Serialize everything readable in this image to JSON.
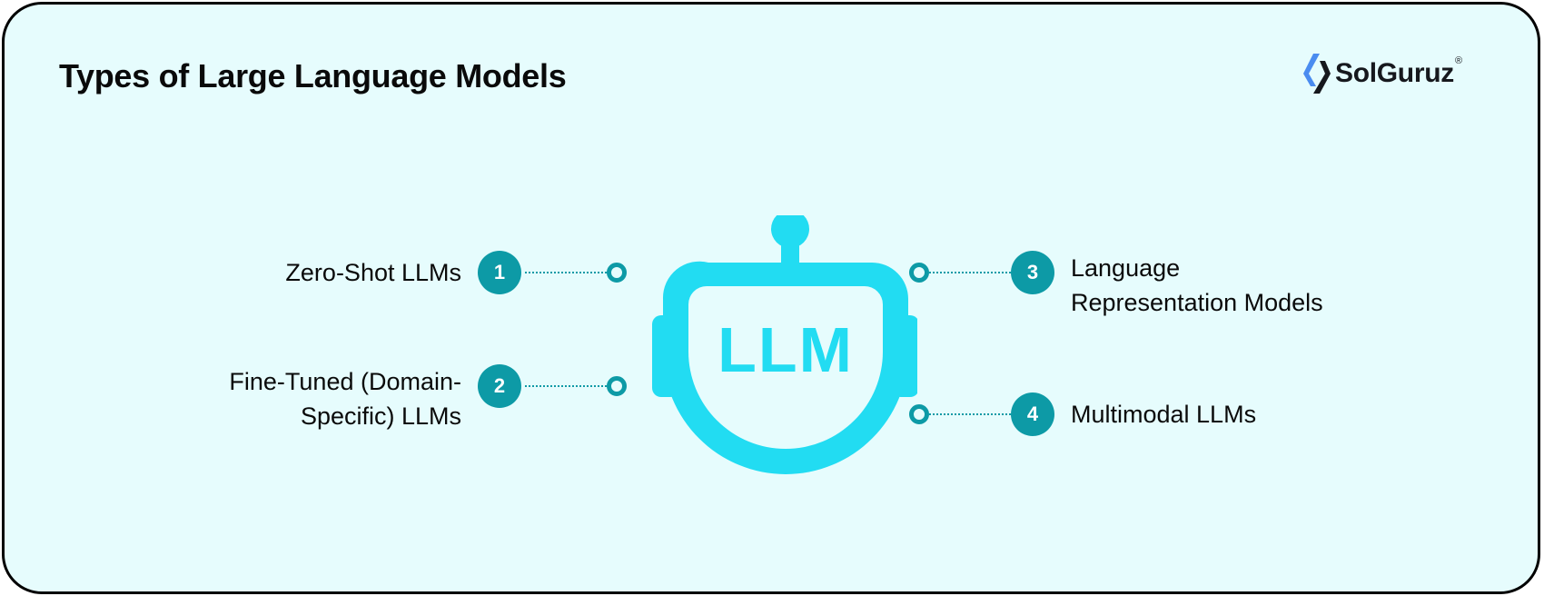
{
  "title": "Types of Large Language Models",
  "logo": {
    "name": "SolGuruz",
    "registered": "®"
  },
  "center": {
    "icon": "robot-head-icon",
    "text": "LLM",
    "color": "#22dcf2"
  },
  "colors": {
    "background": "#e6fcfd",
    "accent": "#0d9aa6",
    "border": "#000000"
  },
  "items": [
    {
      "number": "1",
      "label_line1": "Zero-Shot LLMs",
      "label_line2": ""
    },
    {
      "number": "2",
      "label_line1": "Fine-Tuned (Domain-",
      "label_line2": "Specific) LLMs"
    },
    {
      "number": "3",
      "label_line1": "Language",
      "label_line2": "Representation Models"
    },
    {
      "number": "4",
      "label_line1": "Multimodal LLMs",
      "label_line2": ""
    }
  ]
}
